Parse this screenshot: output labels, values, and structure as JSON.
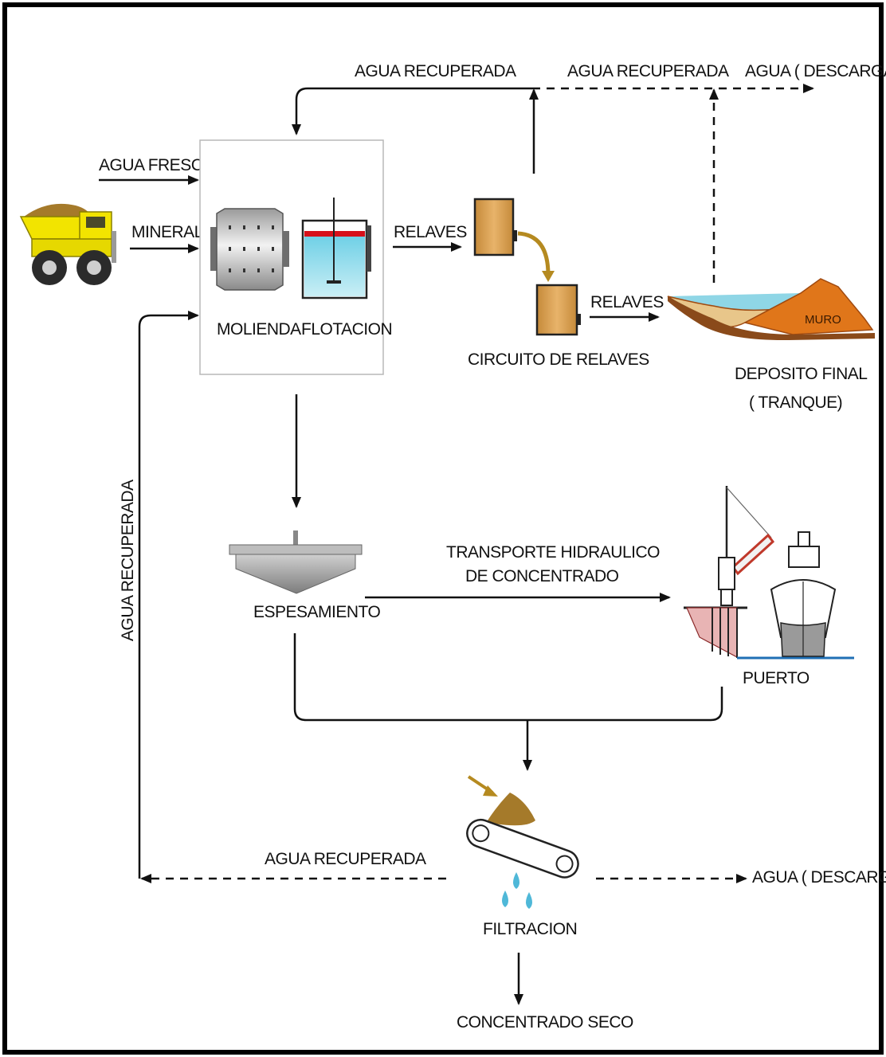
{
  "labels": {
    "agua_recuperada_top_left": "AGUA RECUPERADA",
    "agua_recuperada_top_right": "AGUA RECUPERADA",
    "agua_descarga_top": "AGUA  ( DESCARGA)",
    "agua_fresca": "AGUA FRESCA",
    "mineral": "MINERAL",
    "relaves_1": "RELAVES",
    "relaves_2": "RELAVES",
    "molienda": "MOLIENDA",
    "flotacion": "FLOTACION",
    "circuito_de_relaves": "CIRCUITO DE RELAVES",
    "muro": "MURO",
    "deposito_final_1": "DEPOSITO FINAL",
    "deposito_final_2": "( TRANQUE)",
    "agua_recuperada_vertical": "AGUA RECUPERADA",
    "transporte_1": "TRANSPORTE HIDRAULICO",
    "transporte_2": "DE CONCENTRADO",
    "espesamiento": "ESPESAMIENTO",
    "puerto": "PUERTO",
    "agua_recuperada_bottom": "AGUA RECUPERADA",
    "agua_descarga_bottom": "AGUA  ( DESCARGA)",
    "filtracion": "FILTRACION",
    "concentrado_seco": "CONCENTRADO SECO"
  },
  "icons": [
    "dump-truck-icon",
    "ball-mill-icon",
    "flotation-cell-icon",
    "tailings-tank-icon",
    "tailings-dam-icon",
    "thickener-icon",
    "port-crane-icon",
    "ship-icon",
    "filter-belt-icon",
    "water-drop-icon"
  ],
  "colors": {
    "truck_yellow": "#f2e400",
    "ore_brown": "#a57a2a",
    "tank_brown": "#d9a55a",
    "dam_orange": "#e0761a",
    "water_cyan": "#8fd6e6",
    "flotation_red": "#d6101a",
    "port_water_blue": "#1f6fb5"
  }
}
